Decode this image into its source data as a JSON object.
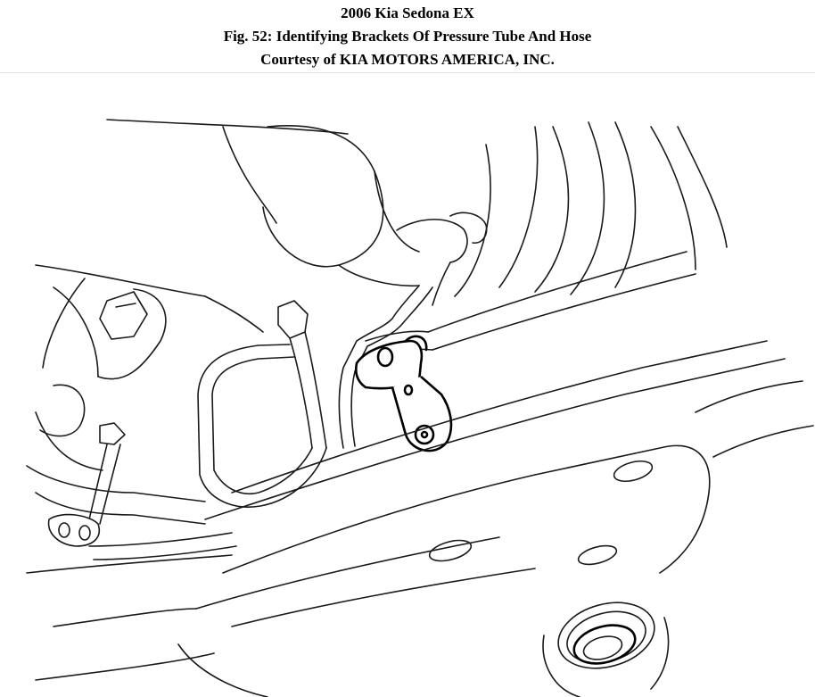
{
  "caption": {
    "model": "2006 Kia Sedona EX",
    "figure": "Fig. 52: Identifying Brackets Of Pressure Tube And Hose",
    "courtesy": "Courtesy of KIA MOTORS AMERICA, INC."
  },
  "colors": {
    "background": "#ffffff",
    "text": "#000000",
    "divider": "#e2e2e2",
    "line": "#1a1a1a"
  }
}
